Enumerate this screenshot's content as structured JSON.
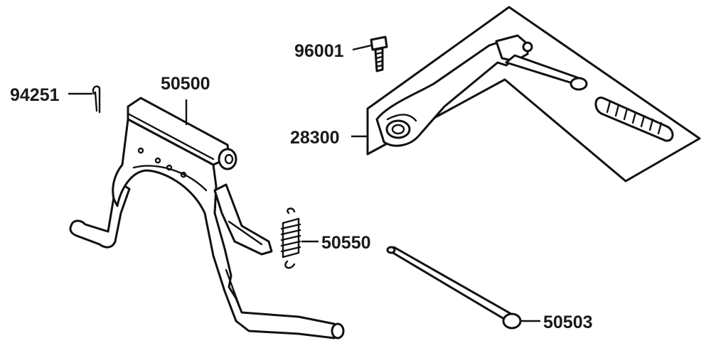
{
  "diagram": {
    "parts": [
      {
        "id": "96001",
        "label": "96001",
        "component": "bolt"
      },
      {
        "id": "94251",
        "label": "94251",
        "component": "cotter-pin"
      },
      {
        "id": "50500",
        "label": "50500",
        "component": "main-stand"
      },
      {
        "id": "28300",
        "label": "28300",
        "component": "kick-starter-arm"
      },
      {
        "id": "50550",
        "label": "50550",
        "component": "stand-spring"
      },
      {
        "id": "50503",
        "label": "50503",
        "component": "stand-shaft"
      }
    ],
    "colors": {
      "ink": "#111111",
      "background": "#ffffff"
    }
  }
}
